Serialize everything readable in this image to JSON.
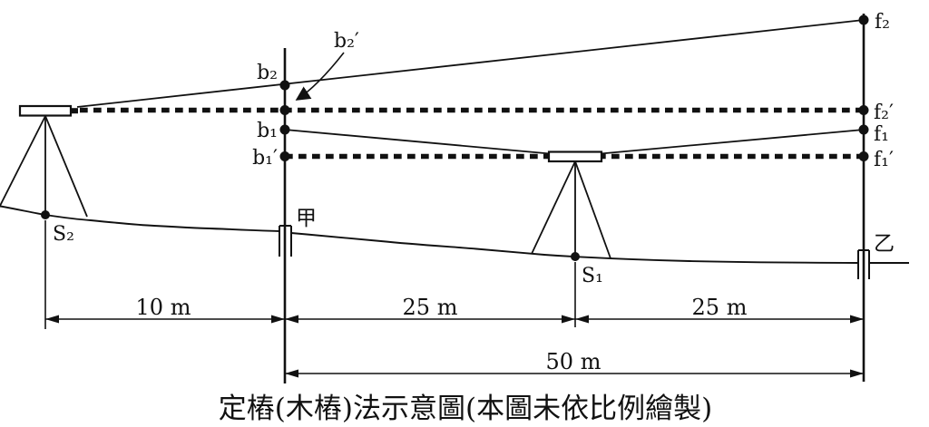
{
  "caption": "定樁(木樁)法示意圖(本圖未依比例繪製)",
  "points": {
    "b2": "b₂",
    "b2_prime": "b₂′",
    "b1": "b₁",
    "b1_prime": "b₁′",
    "f2": "f₂",
    "f2_prime": "f₂′",
    "f1": "f₁",
    "f1_prime": "f₁′"
  },
  "stations": {
    "s2": "S₂",
    "s1": "S₁"
  },
  "stakes": {
    "jia": "甲",
    "yi": "乙"
  },
  "dimensions": {
    "seg_10m": "10 m",
    "seg_25m_left": "25 m",
    "seg_25m_right": "25 m",
    "seg_50m": "50 m"
  },
  "colors": {
    "ink": "#111111",
    "background": "#ffffff"
  }
}
